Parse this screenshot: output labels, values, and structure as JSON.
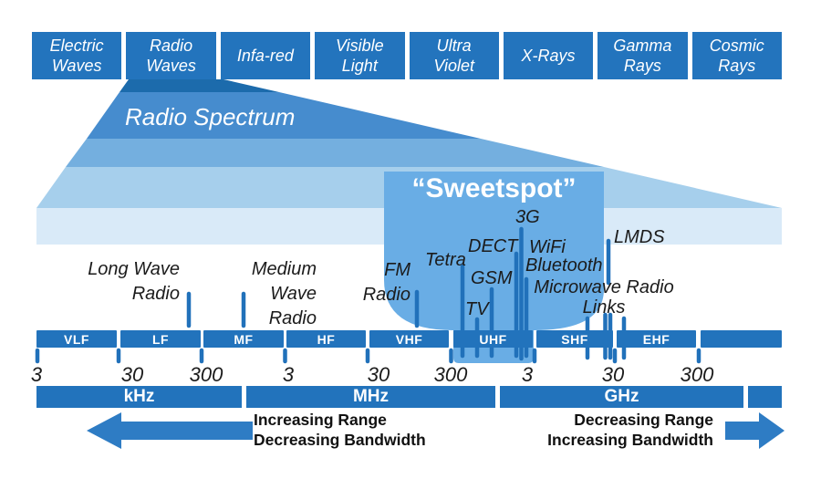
{
  "palette": {
    "primary_blue": "#2273BC",
    "funnel_band_1": "#1C6BAC",
    "funnel_band_2": "#468CCE",
    "funnel_band_3": "#74AFDF",
    "funnel_band_4": "#A6CFEC",
    "funnel_band_5": "#D9EAF8",
    "sweetspot_blue": "#69ADE5",
    "label_text": "#1B1B1B"
  },
  "spectrum_boxes": {
    "electric": "Electric\nWaves",
    "radio": "Radio\nWaves",
    "infrared": "Infa-red",
    "visible": "Visible\nLight",
    "ultraviolet": "Ultra\nViolet",
    "xrays": "X-Rays",
    "gamma": "Gamma\nRays",
    "cosmic": "Cosmic\nRays"
  },
  "funnel": {
    "label": "Radio Spectrum"
  },
  "sweetspot": {
    "label": "“Sweetspot”"
  },
  "service_labels": {
    "long_wave": {
      "line1": "Long Wave",
      "line2": "Radio"
    },
    "medium_wave": {
      "line1": "Medium Wave",
      "line2": "Radio"
    },
    "fm": {
      "line1": "FM",
      "line2": "Radio"
    },
    "tetra": "Tetra",
    "gsm": "GSM",
    "tv": "TV",
    "dect": "DECT",
    "three_g": "3G",
    "wifi": "WiFi",
    "bluetooth": "Bluetooth",
    "microwave": {
      "line1": "Microwave Radio",
      "line2": "Links"
    },
    "lmds": "LMDS"
  },
  "band_bar": [
    "VLF",
    "LF",
    "MF",
    "HF",
    "VHF",
    "UHF",
    "SHF",
    "EHF",
    ""
  ],
  "scale_numbers": [
    "3",
    "30",
    "300",
    "3",
    "30",
    "300",
    "3",
    "30",
    "300"
  ],
  "unit_bars": [
    "kHz",
    "MHz",
    "GHz",
    ""
  ],
  "bottom": {
    "left": {
      "line1": "Increasing Range",
      "line2": "Decreasing Bandwidth"
    },
    "right": {
      "line1": "Decreasing Range",
      "line2": "Increasing Bandwidth"
    }
  }
}
